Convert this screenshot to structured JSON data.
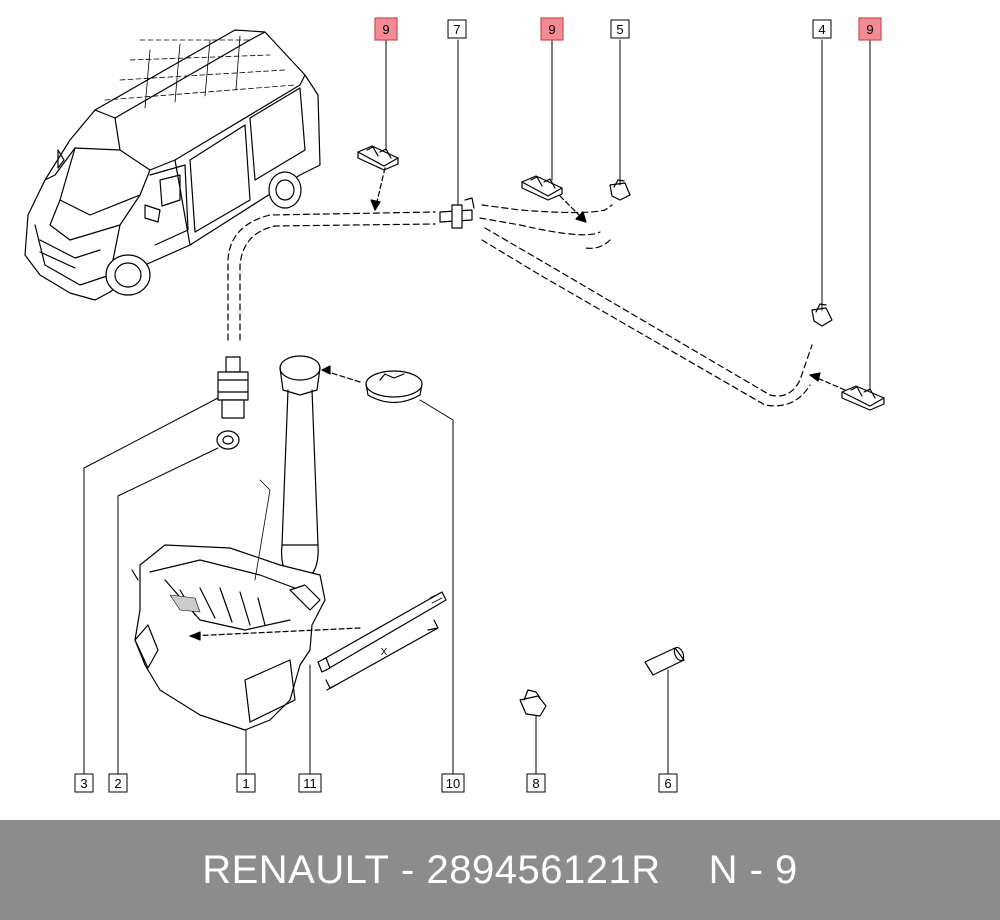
{
  "callouts": [
    {
      "label": "9",
      "highlighted": true
    },
    {
      "label": "7",
      "highlighted": false
    },
    {
      "label": "9",
      "highlighted": true
    },
    {
      "label": "5",
      "highlighted": false
    },
    {
      "label": "4",
      "highlighted": false
    },
    {
      "label": "9",
      "highlighted": true
    },
    {
      "label": "3",
      "highlighted": false
    },
    {
      "label": "2",
      "highlighted": false
    },
    {
      "label": "1",
      "highlighted": false
    },
    {
      "label": "11",
      "highlighted": false
    },
    {
      "label": "10",
      "highlighted": false
    },
    {
      "label": "8",
      "highlighted": false
    },
    {
      "label": "6",
      "highlighted": false
    }
  ],
  "dimension_label": "X",
  "footer": {
    "brand": "RENAULT",
    "separator": "-",
    "part_number": "289456121R",
    "position": "N - 9"
  },
  "colors": {
    "highlight_fill": "#f28b93",
    "highlight_border": "#d14a55",
    "footer_bg": "#8c8c8c",
    "line": "#000000"
  }
}
